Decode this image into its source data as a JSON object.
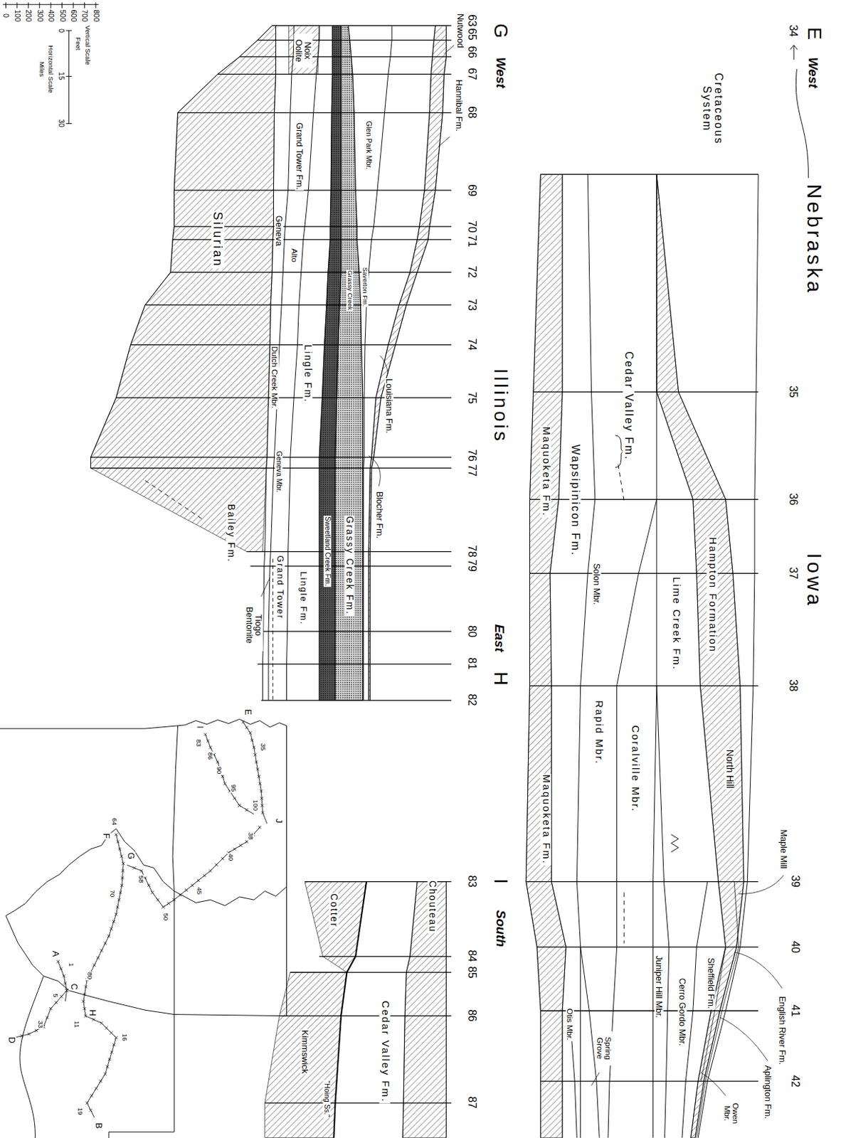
{
  "diagram": {
    "labels": [
      "E",
      "West",
      "34",
      "Nebraska",
      "35",
      "36",
      "37",
      "38",
      "Iowa",
      "39",
      "40",
      "41",
      "42",
      "Cretaceous System",
      "Cedar Valley Fm.",
      "Wapsipinicon Fm.",
      "Maquoketa Fm.",
      "Hampton Formation",
      "Lime Creek Fm.",
      "Solon Mbr.",
      "North Hill",
      "Coralville Mbr.",
      "Rapid Mbr.",
      "Maquoketa Fm.",
      "Maple Mill",
      "English River Fm.",
      "Aplington Fm.",
      "Sheffield Fm.",
      "Cerro Gordo Mbr.",
      "Juniper Hill Mbr.",
      "Owen Mbr.",
      "Spring Grove",
      "Otis Mbr.",
      "0",
      "100",
      "200",
      "300",
      "400",
      "500",
      "600",
      "700",
      "800",
      "Vertical Scale",
      "Feet",
      "0",
      "15",
      "30",
      "Horizontal Scale",
      "Miles",
      "G",
      "West",
      "Illinois",
      "East",
      "H",
      "63",
      "65",
      "66",
      "67",
      "68",
      "69",
      "70",
      "71",
      "72",
      "73",
      "74",
      "75",
      "76",
      "77",
      "78",
      "79",
      "80",
      "81",
      "82",
      "Nutwood",
      "Hannibal Fm.",
      "Noix Oolite",
      "Glen Park Mbr.",
      "Grand Tower Fm.",
      "Silurian",
      "Saverton Fm.",
      "Grassy Creek",
      "Louisiana Fm.",
      "Geneva",
      "Alto",
      "Lingle Fm.",
      "Dutch Creek Mbr.",
      "Geneva Mbr.",
      "Blocher Fm.",
      "Grassy Creek Fm.",
      "Sweetland Creek Fm.",
      "Bailey Fm.",
      "Grand Tower",
      "Lingle Fm.",
      "Tiogo Bentonite",
      "I",
      "South",
      "83",
      "84",
      "85",
      "86",
      "87",
      "Chouteau",
      "Cotter",
      "Cedar Valley Fm.",
      "Kimmswick",
      "\"Hoing Ss.\"",
      "E",
      "35",
      "100",
      "J",
      "38",
      "40",
      "45",
      "I",
      "83",
      "86",
      "90",
      "95",
      "50",
      "58",
      "64",
      "F",
      "G",
      "70",
      "A",
      "1",
      "5",
      "C",
      "80",
      "H",
      "11",
      "16",
      "B",
      "19",
      "33",
      "D"
    ]
  }
}
